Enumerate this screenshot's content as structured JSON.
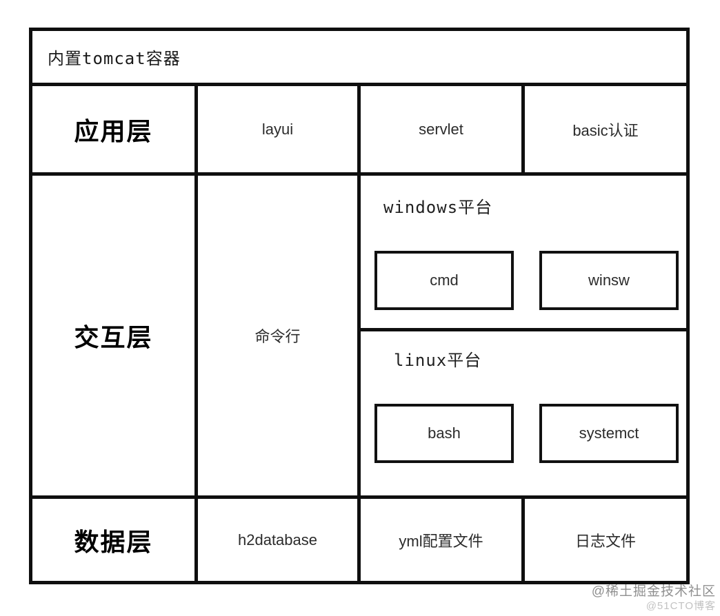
{
  "title": "内置tomcat容器",
  "rows": {
    "app": {
      "header": "应用层",
      "cells": [
        "layui",
        "servlet",
        "basic认证"
      ]
    },
    "interaction": {
      "header": "交互层",
      "cell": "命令行",
      "platforms": [
        {
          "label": "windows平台",
          "items": [
            "cmd",
            "winsw"
          ]
        },
        {
          "label": "linux平台",
          "items": [
            "bash",
            "systemct"
          ]
        }
      ]
    },
    "data": {
      "header": "数据层",
      "cells": [
        "h2database",
        "yml配置文件",
        "日志文件"
      ]
    }
  },
  "watermark": {
    "primary": "@稀土掘金技术社区",
    "secondary": "@51CTO博客"
  },
  "colors": {
    "border": "#0f0f0f",
    "text": "#2b2b2b",
    "header_text": "#000000",
    "background": "#ffffff",
    "watermark_primary": "#8f8f8f",
    "watermark_secondary": "#c2c2c2"
  }
}
